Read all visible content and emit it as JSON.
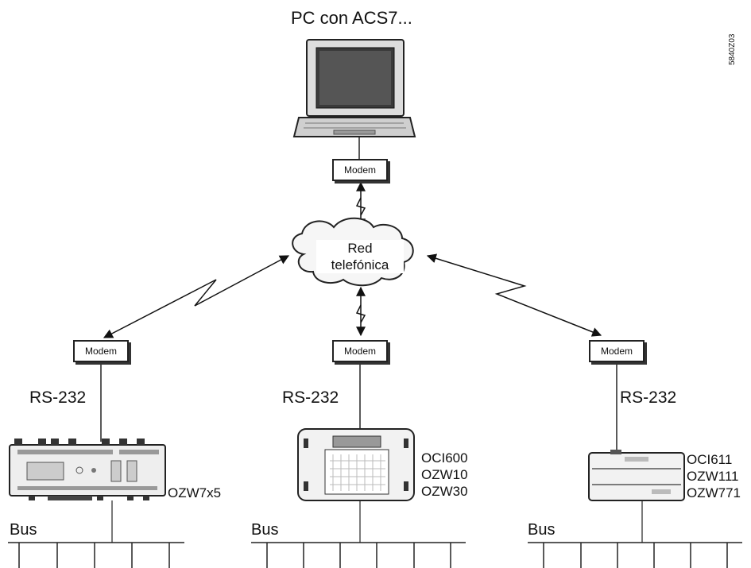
{
  "title": "PC con ACS7...",
  "reference_code": "5840Z03",
  "cloud_label": [
    "Red",
    "telefónica"
  ],
  "modem_label": "Modem",
  "rs232_label": "RS-232",
  "bus_label": "Bus",
  "devices": {
    "left": [
      "OZW7x5"
    ],
    "middle": [
      "OCI600",
      "OZW10",
      "OZW30"
    ],
    "right": [
      "OCI611",
      "OZW111",
      "OZW771"
    ]
  }
}
